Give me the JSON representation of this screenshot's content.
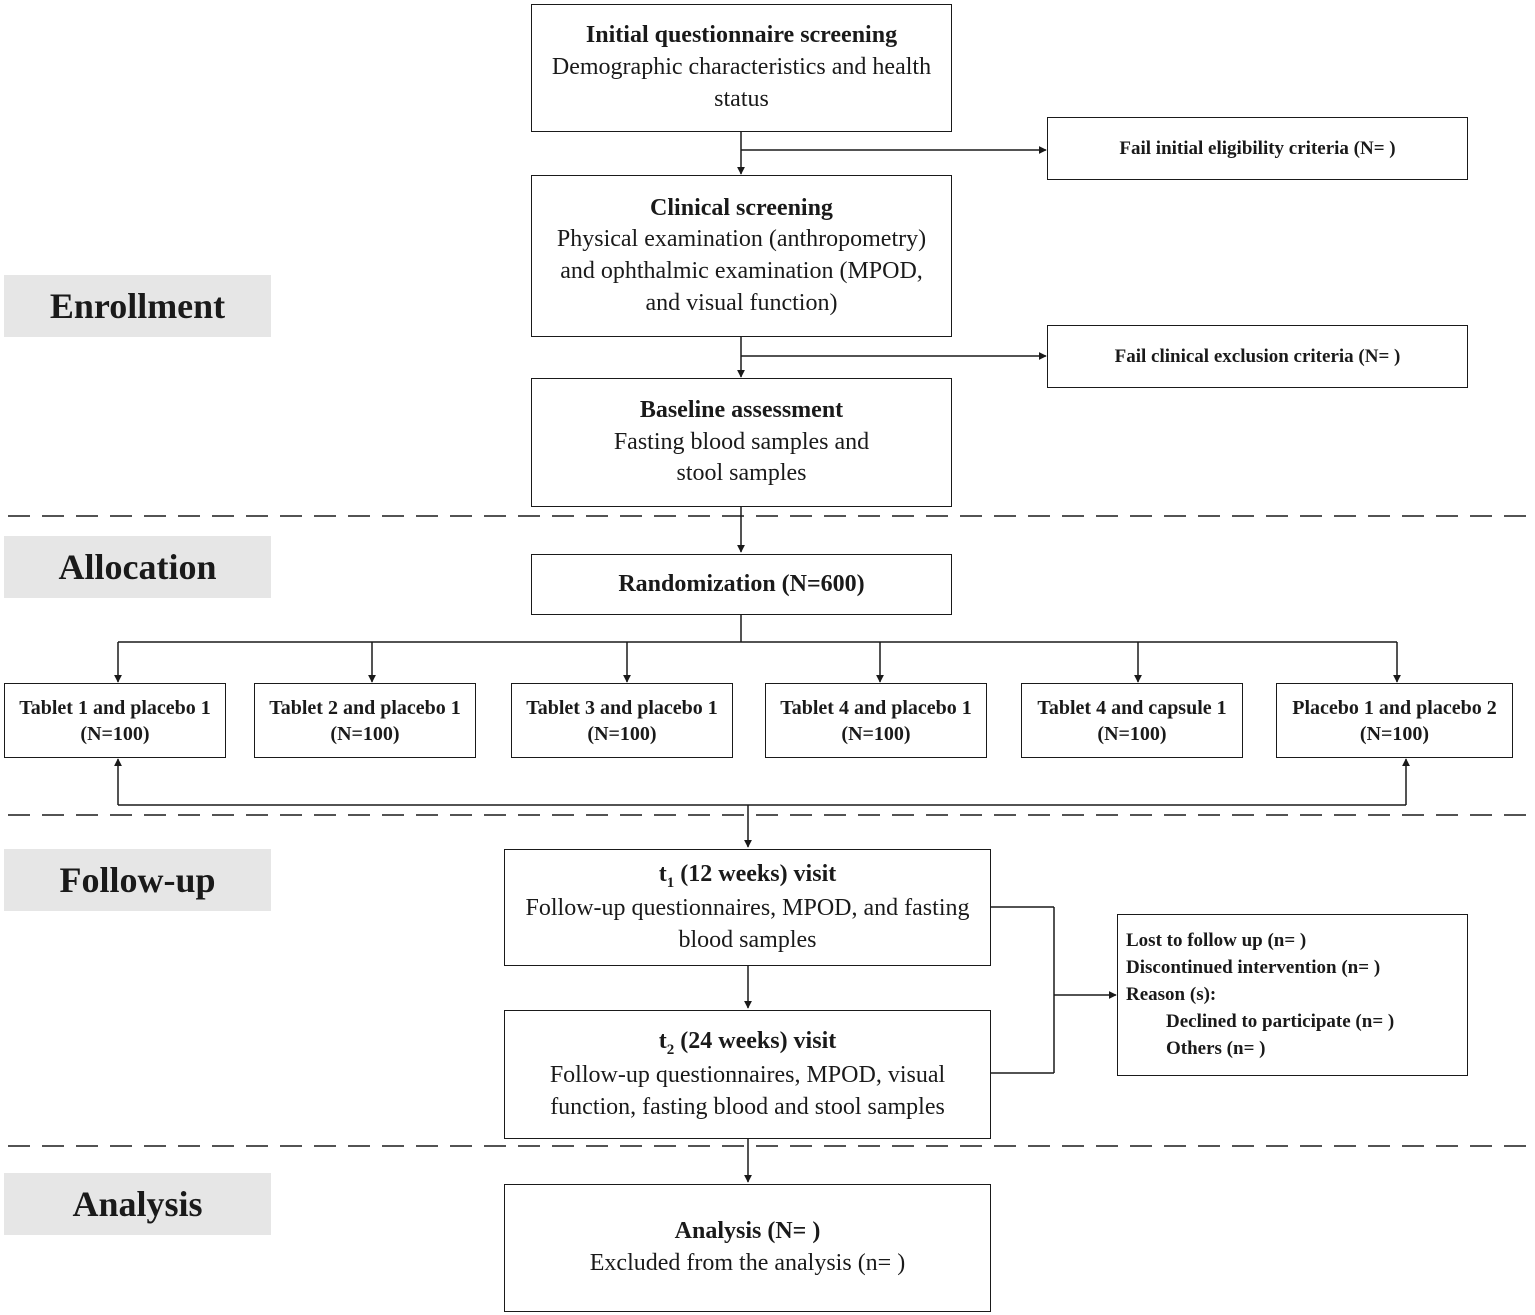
{
  "stages": {
    "enrollment": "Enrollment",
    "allocation": "Allocation",
    "follow_up": "Follow-up",
    "analysis": "Analysis"
  },
  "enrollment": {
    "initial": {
      "title": "Initial questionnaire screening",
      "desc": "Demographic characteristics and health status"
    },
    "fail_initial": "Fail initial eligibility criteria  (N= )",
    "clinical": {
      "title": "Clinical screening",
      "desc": "Physical examination (anthropometry) and ophthalmic examination (MPOD, and visual function)"
    },
    "fail_clinical": "Fail clinical exclusion criteria  (N= )",
    "baseline": {
      "title": "Baseline assessment",
      "desc": "Fasting blood samples and stool samples"
    }
  },
  "allocation": {
    "randomization": "Randomization (N=600)",
    "groups": [
      {
        "name": "Tablet 1 and placebo 1",
        "n": "(N=100)"
      },
      {
        "name": "Tablet 2 and placebo 1",
        "n": "(N=100)"
      },
      {
        "name": "Tablet 3 and placebo 1",
        "n": "(N=100)"
      },
      {
        "name": "Tablet 4 and placebo 1",
        "n": "(N=100)"
      },
      {
        "name": "Tablet 4 and capsule 1",
        "n": "(N=100)"
      },
      {
        "name": "Placebo 1 and placebo 2",
        "n": "(N=100)"
      }
    ]
  },
  "follow_up": {
    "t1": {
      "symbol": "t",
      "sub": "1",
      "title_rest": " (12 weeks) visit",
      "desc": "Follow-up questionnaires, MPOD, and fasting blood samples"
    },
    "t2": {
      "symbol": "t",
      "sub": "2",
      "title_rest": " (24 weeks) visit",
      "desc": "Follow-up questionnaires, MPOD, visual function, fasting blood and stool samples"
    },
    "lost": {
      "lost_line": "Lost to follow up (n= )",
      "discontinued_line": "Discontinued intervention (n= )",
      "reasons_line": "Reason (s):",
      "declined_line": "Declined to participate (n= )",
      "others_line": "Others (n= )"
    }
  },
  "analysis": {
    "title": "Analysis (N= )",
    "desc": "Excluded from the analysis (n= )"
  }
}
